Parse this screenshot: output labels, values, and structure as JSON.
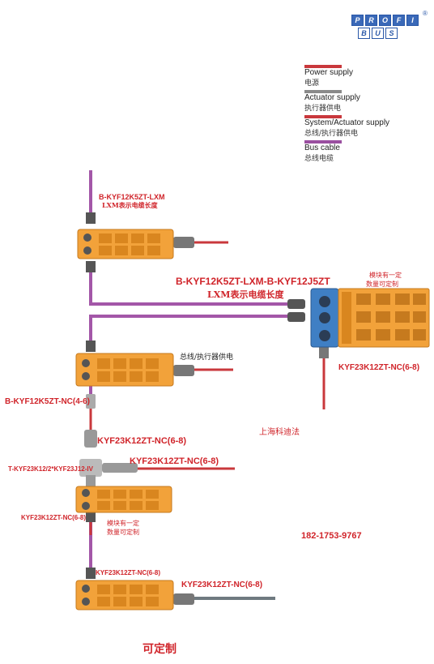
{
  "logo": {
    "top": [
      "P",
      "R",
      "O",
      "F",
      "I"
    ],
    "bottom": [
      "B",
      "U",
      "S"
    ],
    "registered": "®"
  },
  "legend": [
    {
      "en": "Power supply",
      "zh": "电源",
      "color": "#c9383c"
    },
    {
      "en": "Actuator supply",
      "zh": "执行器供电",
      "color": "#8a8a8a"
    },
    {
      "en": "System/Actuator supply",
      "zh": "总线/执行器供电",
      "color": "#c9383c"
    },
    {
      "en": "Bus cable",
      "zh": "总线电缆",
      "color": "#9a4fa0"
    }
  ],
  "labels": {
    "top_cable": "B-KYF12K5ZT-LXM",
    "top_cable_note": "LXM表示电缆长度",
    "mid_cable": "B-KYF12K5ZT-LXM-B-KYF12J5ZT",
    "mid_cable_note": "LXM表示电缆长度",
    "module_note_right_1": "模块有一定",
    "module_note_right_2": "数量可定制",
    "bus_actuator": "总线/执行器供电",
    "right_conn": "KYF23K12ZT-NC(6-8)",
    "b_nc": "B-KYF12K5ZT-NC(4-6)",
    "kyf_a": "KYF23K12ZT-NC(6-8)",
    "kyf_b": "KYF23K12ZT-NC(6-8)",
    "t_conn": "T-KYF23K12/2*KYF23J12-IV",
    "shanghai": "上海科迪法",
    "kyf_c": "KYF23K12ZT-NC(6-8)",
    "module_note_left_1": "模块有一定",
    "module_note_left_2": "数量可定制",
    "phone": "182-1753-9767",
    "kyf_d": "KYF23K12ZT-NC(6-8)",
    "kyf_e": "KYF23K12ZT-NC(6-8)",
    "bottom_text": "可定制"
  },
  "colors": {
    "bus": "#a357a8",
    "power": "#c9383c",
    "actuator": "#6f7a80",
    "module": "#f2a23a",
    "module_dark": "#c67a1e"
  }
}
